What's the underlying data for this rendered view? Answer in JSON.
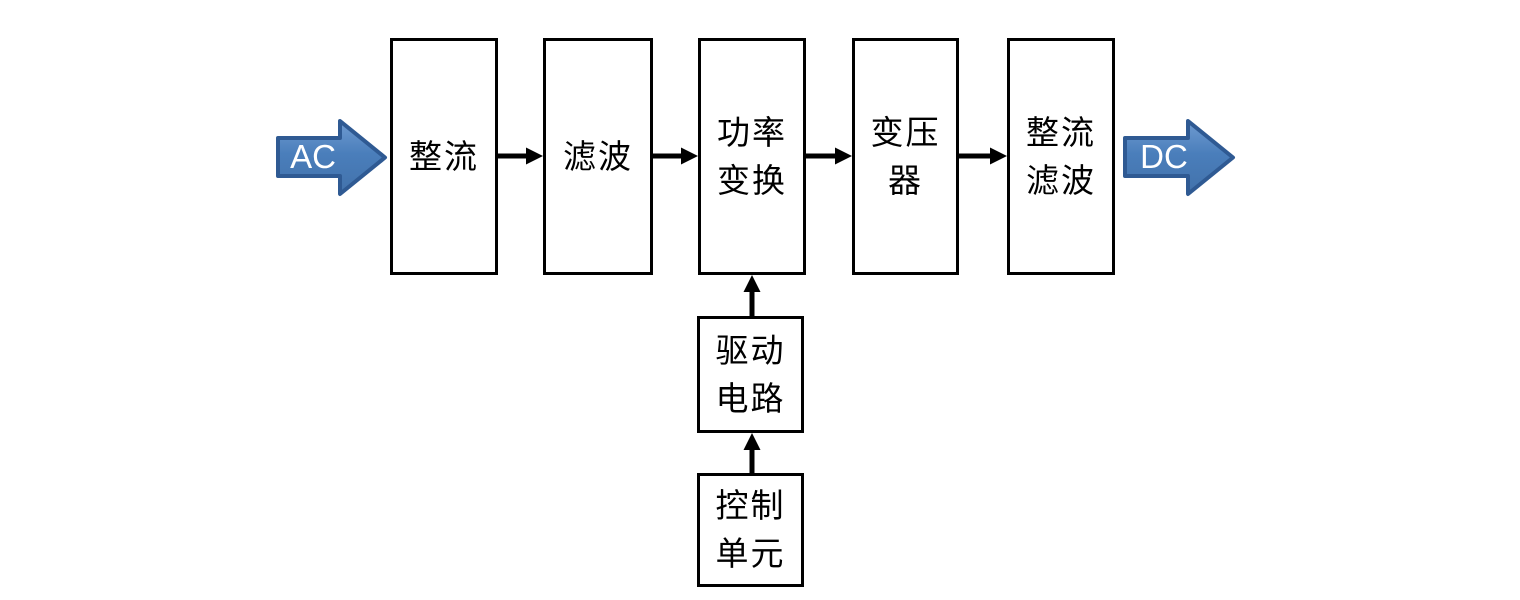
{
  "diagram": {
    "io": {
      "input_label": "AC",
      "output_label": "DC"
    },
    "blocks": {
      "rectifier": "整流",
      "filter": "滤波",
      "power_conversion": "功率\n变换",
      "transformer": "变压\n器",
      "rectifier_filter": "整流\n滤波",
      "drive_circuit": "驱动\n电路",
      "control_unit": "控制\n单元"
    },
    "colors": {
      "box_fill": "#ffffff",
      "box_border": "#000000",
      "connector": "#000000",
      "io_arrow_fill": "#4a7ebb",
      "io_arrow_fill_light": "#6f9bd1",
      "io_arrow_border": "#2f5a93",
      "io_arrow_text": "#ffffff"
    }
  }
}
